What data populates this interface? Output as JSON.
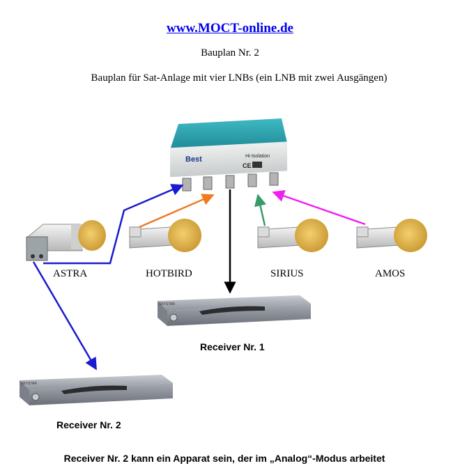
{
  "header": {
    "link": "www.MOCT-online.de",
    "plan_number": "Bauplan Nr. 2",
    "description": "Bauplan für Sat-Anlage mit vier LNBs (ein LNB mit zwei Ausgängen)"
  },
  "switch": {
    "brand": "Best",
    "label": "Hi-Isolation"
  },
  "lnbs": [
    {
      "name": "ASTRA"
    },
    {
      "name": "HOTBIRD"
    },
    {
      "name": "SIRIUS"
    },
    {
      "name": "AMOS"
    }
  ],
  "receivers": [
    {
      "name": "Receiver Nr. 1"
    },
    {
      "name": "Receiver Nr. 2"
    }
  ],
  "footnote": "Receiver Nr. 2 kann ein Apparat sein, der im „Analog“-Modus arbeitet",
  "colors": {
    "astra_cable": "#1a1ad0",
    "hotbird_cable": "#f07a20",
    "sirius_cable": "#3a9a6a",
    "amos_cable": "#f020f0",
    "receiver1_cable": "#000000",
    "switch_body": "#2a9aa6",
    "lnb_cap": "#e6b84a"
  }
}
